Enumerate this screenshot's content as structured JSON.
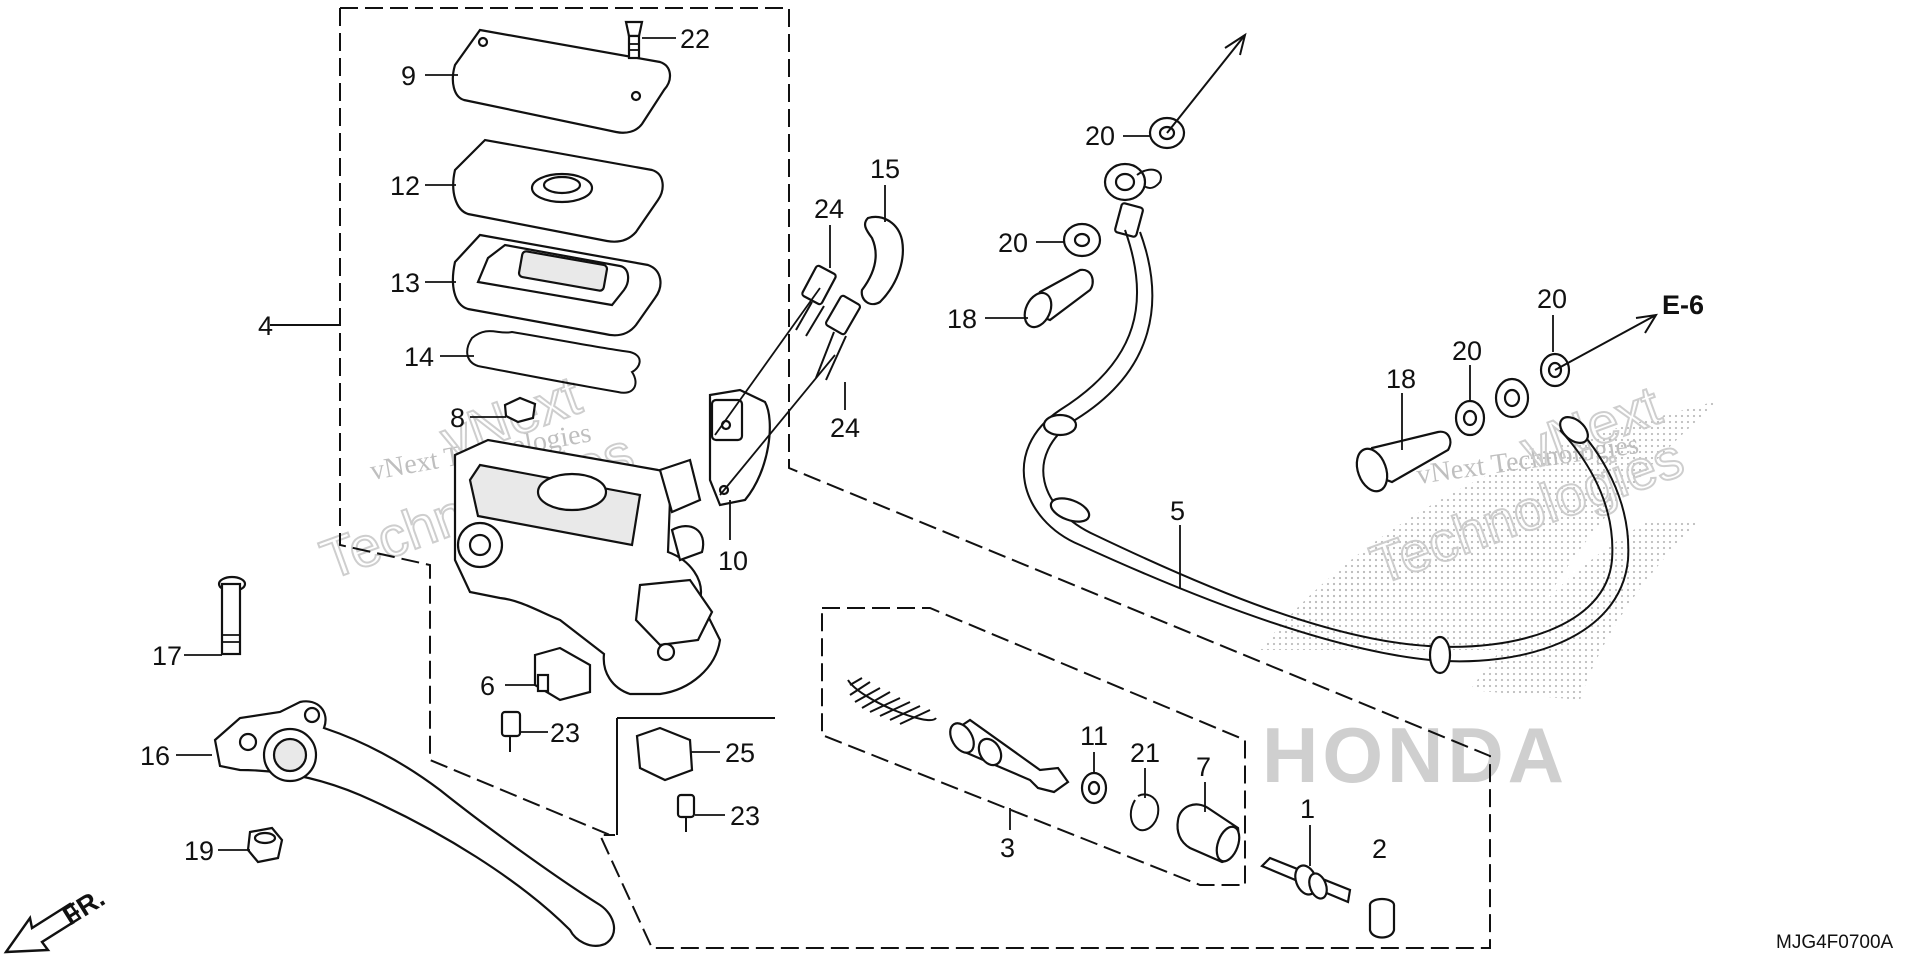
{
  "callouts": [
    {
      "label": "9"
    },
    {
      "label": "22"
    },
    {
      "label": "12"
    },
    {
      "label": "13"
    },
    {
      "label": "14"
    },
    {
      "label": "4"
    },
    {
      "label": "8"
    },
    {
      "label": "10"
    },
    {
      "label": "15"
    },
    {
      "label": "24"
    },
    {
      "label": "24"
    },
    {
      "label": "20"
    },
    {
      "label": "20"
    },
    {
      "label": "18"
    },
    {
      "label": "20"
    },
    {
      "label": "20"
    },
    {
      "label": "18"
    },
    {
      "label": "5"
    },
    {
      "label": "17"
    },
    {
      "label": "6"
    },
    {
      "label": "23"
    },
    {
      "label": "25"
    },
    {
      "label": "23"
    },
    {
      "label": "16"
    },
    {
      "label": "19"
    },
    {
      "label": "3"
    },
    {
      "label": "11"
    },
    {
      "label": "21"
    },
    {
      "label": "7"
    },
    {
      "label": "1"
    },
    {
      "label": "2"
    }
  ],
  "references": {
    "e6": "E-6",
    "front": "FR."
  },
  "diagram_code": "MJG4F0700A",
  "watermarks": {
    "brand_line": "vNext Technologies",
    "top_word": "vNext",
    "bottom_word": "Technologies",
    "make": "HONDA"
  }
}
